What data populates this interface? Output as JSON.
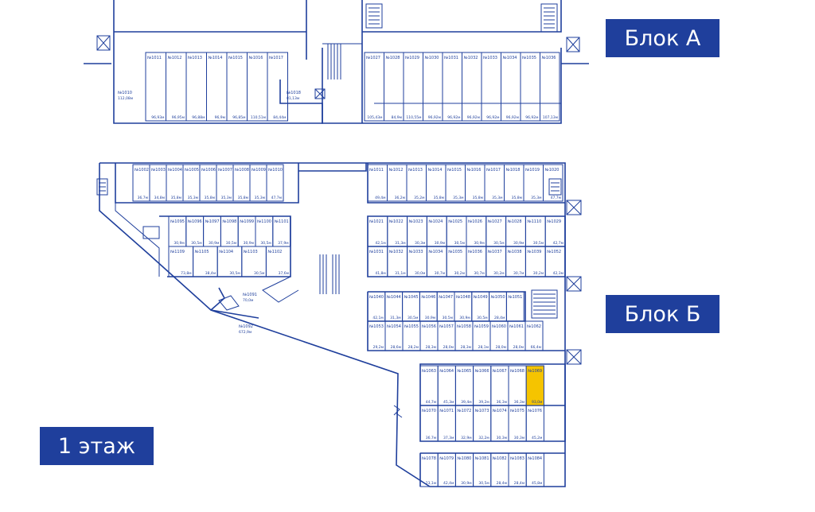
{
  "labels": {
    "block_a": "Блок А",
    "block_b": "Блок Б",
    "floor": "1 этаж"
  },
  "colors": {
    "line": "#1f3f9c",
    "label_bg": "#1f3f9c",
    "label_text": "#ffffff",
    "highlight": "#f5c400"
  },
  "block_b_rooms": {
    "top_left_row": [
      {
        "num": "№1002",
        "area": "36,7"
      },
      {
        "num": "№1003",
        "area": "34,8"
      },
      {
        "num": "№1004",
        "area": "35,8"
      },
      {
        "num": "№1005",
        "area": "35,3"
      },
      {
        "num": "№1006",
        "area": "35,8"
      },
      {
        "num": "№1007",
        "area": "35,3"
      },
      {
        "num": "№1008",
        "area": "35,8"
      },
      {
        "num": "№1009",
        "area": "35,3"
      },
      {
        "num": "№1010",
        "area": "47,7"
      }
    ],
    "top_right_row": [
      {
        "num": "№1011",
        "area": "49,4"
      },
      {
        "num": "№1012",
        "area": "36,2"
      },
      {
        "num": "№1013",
        "area": "35,2"
      },
      {
        "num": "№1014",
        "area": "35,8"
      },
      {
        "num": "№1015",
        "area": "35,3"
      },
      {
        "num": "№1016",
        "area": "35,8"
      },
      {
        "num": "№1017",
        "area": "35,3"
      },
      {
        "num": "№1018",
        "area": "35,8"
      },
      {
        "num": "№1019",
        "area": "35,3"
      },
      {
        "num": "№1020",
        "area": "47,7"
      }
    ],
    "mid_left_row1": [
      {
        "num": "№1095",
        "area": "30,9"
      },
      {
        "num": "№1096",
        "area": "30,5"
      },
      {
        "num": "№1097",
        "area": "30,9"
      },
      {
        "num": "№1098",
        "area": "30,5"
      },
      {
        "num": "№1099",
        "area": "30,9"
      },
      {
        "num": "№1100",
        "area": "30,5"
      },
      {
        "num": "№1101",
        "area": "37,9"
      }
    ],
    "mid_left_row2": [
      {
        "num": "№1109",
        "area": "73,8"
      },
      {
        "num": "№1105",
        "area": "38,4"
      },
      {
        "num": "№1104",
        "area": "30,5"
      },
      {
        "num": "№1103",
        "area": "30,5"
      },
      {
        "num": "№1102",
        "area": "37,6"
      }
    ],
    "mid_right_row1": [
      {
        "num": "№1021",
        "area": "42,1"
      },
      {
        "num": "№1022",
        "area": "31,3"
      },
      {
        "num": "№1023",
        "area": "30,3"
      },
      {
        "num": "№1024",
        "area": "30,9"
      },
      {
        "num": "№1025",
        "area": "30,5"
      },
      {
        "num": "№1026",
        "area": "30,9"
      },
      {
        "num": "№1027",
        "area": "30,5"
      },
      {
        "num": "№1028",
        "area": "30,9"
      },
      {
        "num": "№1110",
        "area": "30,5"
      },
      {
        "num": "№1029",
        "area": "42,7"
      }
    ],
    "mid_right_row2": [
      {
        "num": "№1031",
        "area": "41,8"
      },
      {
        "num": "№1032",
        "area": "31,1"
      },
      {
        "num": "№1033",
        "area": "30,0"
      },
      {
        "num": "№1034",
        "area": "30,7"
      },
      {
        "num": "№1035",
        "area": "30,2"
      },
      {
        "num": "№1036",
        "area": "30,7"
      },
      {
        "num": "№1037",
        "area": "30,2"
      },
      {
        "num": "№1038",
        "area": "30,7"
      },
      {
        "num": "№1039",
        "area": "30,2"
      },
      {
        "num": "№1052",
        "area": "42,3"
      }
    ],
    "lower_row1": [
      {
        "num": "№1040",
        "area": "42,1"
      },
      {
        "num": "№1044",
        "area": "31,3"
      },
      {
        "num": "№1045",
        "area": "30,5"
      },
      {
        "num": "№1046",
        "area": "30,9"
      },
      {
        "num": "№1047",
        "area": "30,5"
      },
      {
        "num": "№1048",
        "area": "30,9"
      },
      {
        "num": "№1049",
        "area": "30,5"
      },
      {
        "num": "№1050",
        "area": "28,4"
      },
      {
        "num": "№1051",
        "area": ""
      }
    ],
    "lower_row2": [
      {
        "num": "№1053",
        "area": "29,2"
      },
      {
        "num": "№1054",
        "area": "28,6"
      },
      {
        "num": "№1055",
        "area": "28,2"
      },
      {
        "num": "№1056",
        "area": "28,3"
      },
      {
        "num": "№1057",
        "area": "28,0"
      },
      {
        "num": "№1058",
        "area": "28,3"
      },
      {
        "num": "№1059",
        "area": "28,1"
      },
      {
        "num": "№1060",
        "area": "28,0"
      },
      {
        "num": "№1061",
        "area": "28,0"
      },
      {
        "num": "№1062",
        "area": "66,4"
      }
    ],
    "bottom_row1": [
      {
        "num": "№1063",
        "area": "44,7"
      },
      {
        "num": "№1064",
        "area": "45,3"
      },
      {
        "num": "№1065",
        "area": "39,4"
      },
      {
        "num": "№1066",
        "area": "39,2"
      },
      {
        "num": "№1067",
        "area": "36,3"
      },
      {
        "num": "№1068",
        "area": "36,3"
      },
      {
        "num": "№1069",
        "area": "93,0"
      }
    ],
    "bottom_row2": [
      {
        "num": "№1070",
        "area": "36,7"
      },
      {
        "num": "№1071",
        "area": "37,3"
      },
      {
        "num": "№1072",
        "area": "32,9"
      },
      {
        "num": "№1073",
        "area": "32,2"
      },
      {
        "num": "№1074",
        "area": "30,3"
      },
      {
        "num": "№1075",
        "area": "30,3"
      },
      {
        "num": "№1076",
        "area": "45,2"
      }
    ],
    "bottom_row3": [
      {
        "num": "№1078",
        "area": "23,1"
      },
      {
        "num": "№1079",
        "area": "42,4"
      },
      {
        "num": "№1080",
        "area": "30,9"
      },
      {
        "num": "№1081",
        "area": "30,5"
      },
      {
        "num": "№1082",
        "area": "28,4"
      },
      {
        "num": "№1083",
        "area": "28,4"
      },
      {
        "num": "№1084",
        "area": "45,8"
      }
    ],
    "misc": [
      {
        "num": "№1091",
        "area": "70,0"
      },
      {
        "num": "№1092",
        "area": "672,9"
      }
    ]
  },
  "block_a_rooms": {
    "left_units": [
      {
        "num": "№1011",
        "area": "96,93"
      },
      {
        "num": "№1012",
        "area": "96,95"
      },
      {
        "num": "№1013",
        "area": "96,88"
      },
      {
        "num": "№1014",
        "area": "96,9"
      },
      {
        "num": "№1015",
        "area": "96,85"
      },
      {
        "num": "№1016",
        "area": "110,51"
      },
      {
        "num": "№1017",
        "area": "84,44"
      }
    ],
    "right_units": [
      {
        "num": "№1027",
        "area": "105,43"
      },
      {
        "num": "№1028",
        "area": "84,9"
      },
      {
        "num": "№1029",
        "area": "110,55"
      },
      {
        "num": "№1030",
        "area": "96,92"
      },
      {
        "num": "№1031",
        "area": "96,92"
      },
      {
        "num": "№1032",
        "area": "96,92"
      },
      {
        "num": "№1033",
        "area": "96,92"
      },
      {
        "num": "№1034",
        "area": "96,92"
      },
      {
        "num": "№1035",
        "area": "96,92"
      },
      {
        "num": "№1036",
        "area": "107,13"
      }
    ],
    "misc": [
      {
        "num": "№1010",
        "area": "112,08"
      },
      {
        "num": "№1018",
        "area": "81,13"
      }
    ]
  }
}
